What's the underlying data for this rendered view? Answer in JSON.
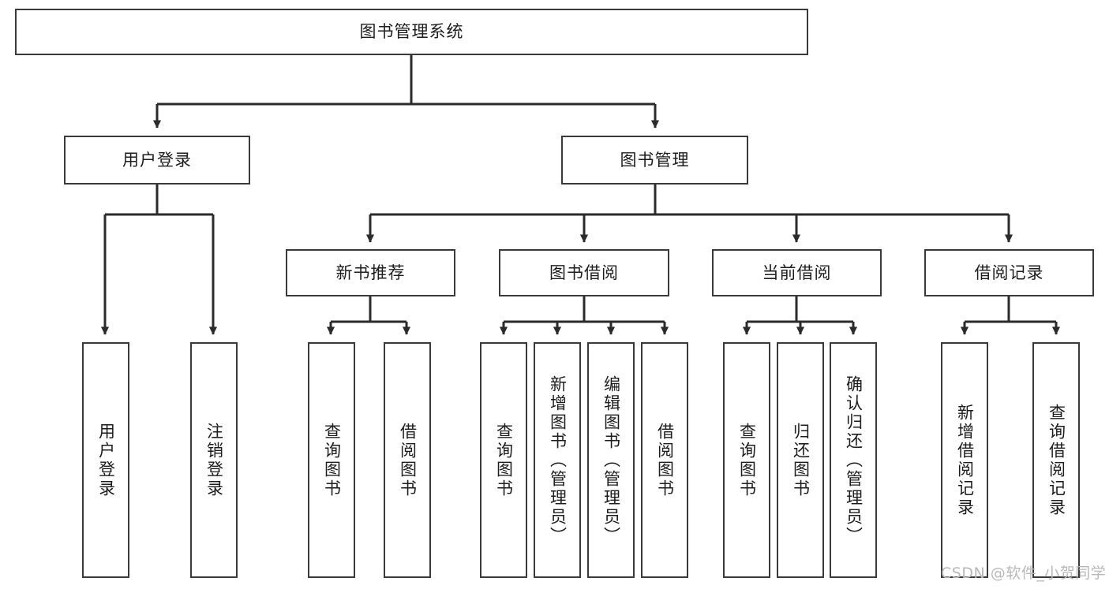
{
  "diagram": {
    "title_box": {
      "label": "图书管理系统"
    },
    "level2": [
      {
        "id": "user-login",
        "label": "用户登录"
      },
      {
        "id": "book-management",
        "label": "图书管理"
      }
    ],
    "level3": [
      {
        "id": "new-book-recommend",
        "label": "新书推荐"
      },
      {
        "id": "book-borrow",
        "label": "图书借阅"
      },
      {
        "id": "current-borrow",
        "label": "当前借阅"
      },
      {
        "id": "borrow-record",
        "label": "借阅记录"
      }
    ],
    "leaves": [
      {
        "id": "leaf-user-login",
        "label": "用户登录"
      },
      {
        "id": "leaf-logout-login",
        "label": "注销登录"
      },
      {
        "id": "leaf-query-book-1",
        "label": "查询图书"
      },
      {
        "id": "leaf-borrow-book-1",
        "label": "借阅图书"
      },
      {
        "id": "leaf-query-book-2",
        "label": "查询图书"
      },
      {
        "id": "leaf-add-book-admin",
        "label": "新增图书（管理员）"
      },
      {
        "id": "leaf-edit-book-admin",
        "label": "编辑图书（管理员）"
      },
      {
        "id": "leaf-borrow-book-2",
        "label": "借阅图书"
      },
      {
        "id": "leaf-query-book-3",
        "label": "查询图书"
      },
      {
        "id": "leaf-return-book",
        "label": "归还图书"
      },
      {
        "id": "leaf-confirm-return-admin",
        "label": "确认归还（管理员）"
      },
      {
        "id": "leaf-add-borrow-record",
        "label": "新增借阅记录"
      },
      {
        "id": "leaf-query-borrow-record",
        "label": "查询借阅记录"
      }
    ],
    "watermark": "CSDN @软件_小贺同学",
    "colors": {
      "border": "#3a3a3a",
      "connector": "#2b2b2b",
      "background": "#ffffff",
      "text": "#1d1d1d",
      "watermark": "#b9b9b9"
    }
  }
}
